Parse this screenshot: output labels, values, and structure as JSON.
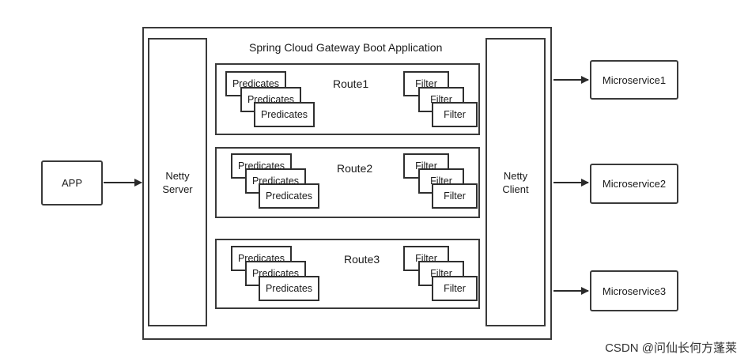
{
  "app": {
    "label": "APP"
  },
  "gateway": {
    "title": "Spring Cloud Gateway Boot Application"
  },
  "netty_server": {
    "label": "Netty\nServer"
  },
  "netty_client": {
    "label": "Netty\nClient"
  },
  "routes": [
    {
      "label": "Route1",
      "predicates": [
        "Predicates",
        "Predicates",
        "Predicates"
      ],
      "filters": [
        "Filter",
        "Filter",
        "Filter"
      ]
    },
    {
      "label": "Route2",
      "predicates": [
        "Predicates",
        "Predicates",
        "Predicates"
      ],
      "filters": [
        "Filter",
        "Filter",
        "Filter"
      ]
    },
    {
      "label": "Route3",
      "predicates": [
        "Predicates",
        "Predicates",
        "Predicates"
      ],
      "filters": [
        "Filter",
        "Filter",
        "Filter"
      ]
    }
  ],
  "microservices": [
    "Microservice1",
    "Microservice2",
    "Microservice3"
  ],
  "watermark": "CSDN @问仙长何方蓬莱"
}
